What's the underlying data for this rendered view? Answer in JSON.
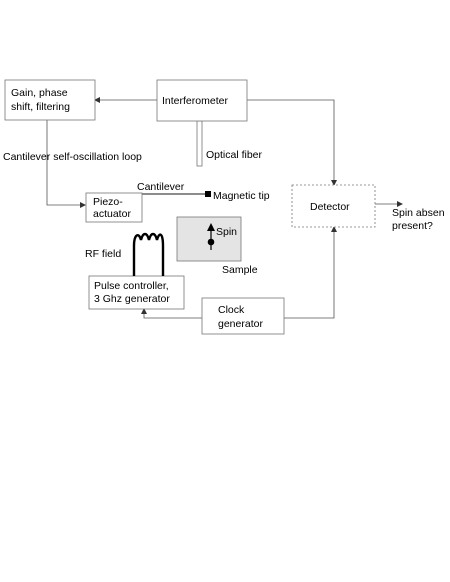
{
  "boxes": {
    "gain": [
      "Gain, phase",
      "shift, filtering"
    ],
    "interferometer": "Interferometer",
    "piezo": [
      "Piezo-",
      "actuator"
    ],
    "detector": "Detector",
    "pulse": [
      "Pulse controller,",
      "3 Ghz generator"
    ],
    "clock": [
      "Clock",
      "generator"
    ],
    "sample": "Spin"
  },
  "labels": {
    "self_osc_loop": "Cantilever self-oscillation loop",
    "optical_fiber": "Optical fiber",
    "cantilever": "Cantilever",
    "magnetic_tip": "Magnetic tip",
    "rf_field": "RF field",
    "sample": "Sample",
    "output": [
      "Spin absen",
      "present?"
    ]
  },
  "colors": {
    "sample_fill": "#e4e4e4",
    "line": "#555555",
    "box_border": "#777777"
  }
}
